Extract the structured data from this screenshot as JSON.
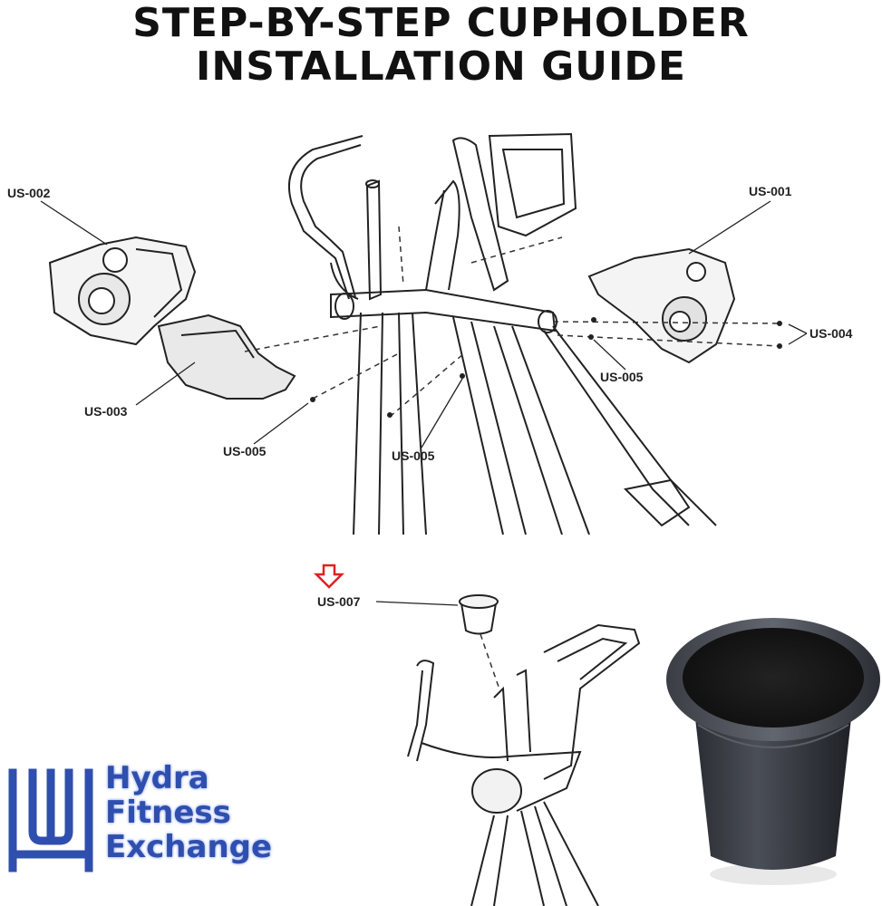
{
  "title": {
    "line1": "STEP-BY-STEP CUPHOLDER",
    "line2": "INSTALLATION GUIDE"
  },
  "diagram": {
    "labels": {
      "us002": "US-002",
      "us001": "US-001",
      "us004": "US-004",
      "us005_right": "US-005",
      "us003": "US-003",
      "us005_left": "US-005",
      "us005_center": "US-005",
      "us007": "US-007"
    },
    "arrow_color": "#e02020"
  },
  "logo": {
    "line1": "Hydra",
    "line2": "Fitness",
    "line3": "Exchange",
    "color": "#2f4fae"
  }
}
